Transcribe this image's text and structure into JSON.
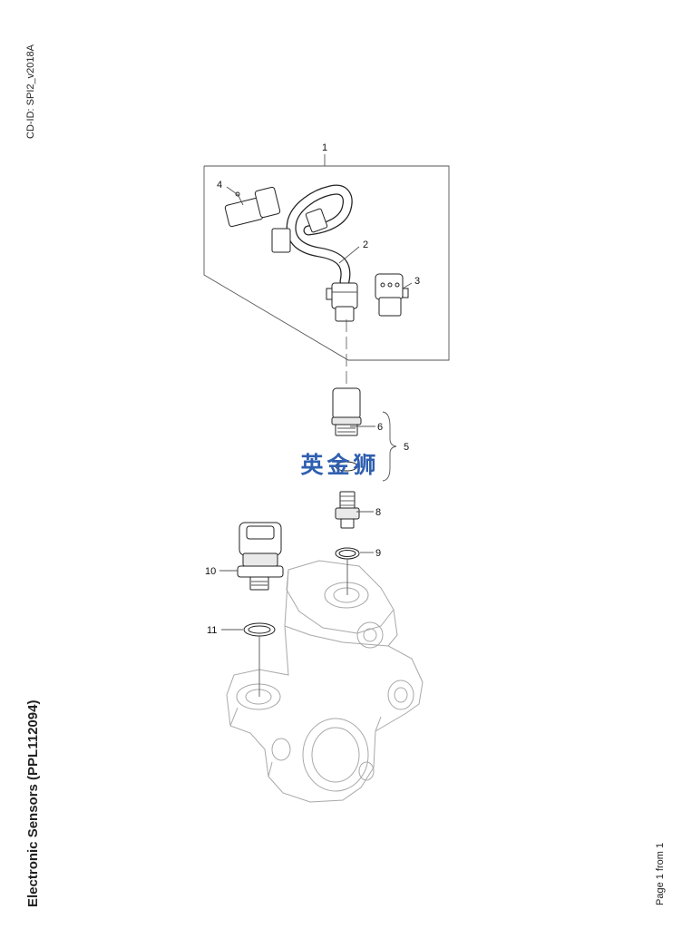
{
  "header": {
    "cd_id": "CD-ID: SPI2_v2018A"
  },
  "title": "Electronic Sensors (PPL112094)",
  "footer": {
    "page": "Page 1 from 1"
  },
  "watermark": {
    "text": "英金狮",
    "color": "#2f5fb0"
  },
  "callouts": {
    "c1": "1",
    "c2": "2",
    "c3": "3",
    "c4": "4",
    "c5": "5",
    "c6": "6",
    "c8": "8",
    "c9": "9",
    "c10": "10",
    "c11": "11"
  }
}
